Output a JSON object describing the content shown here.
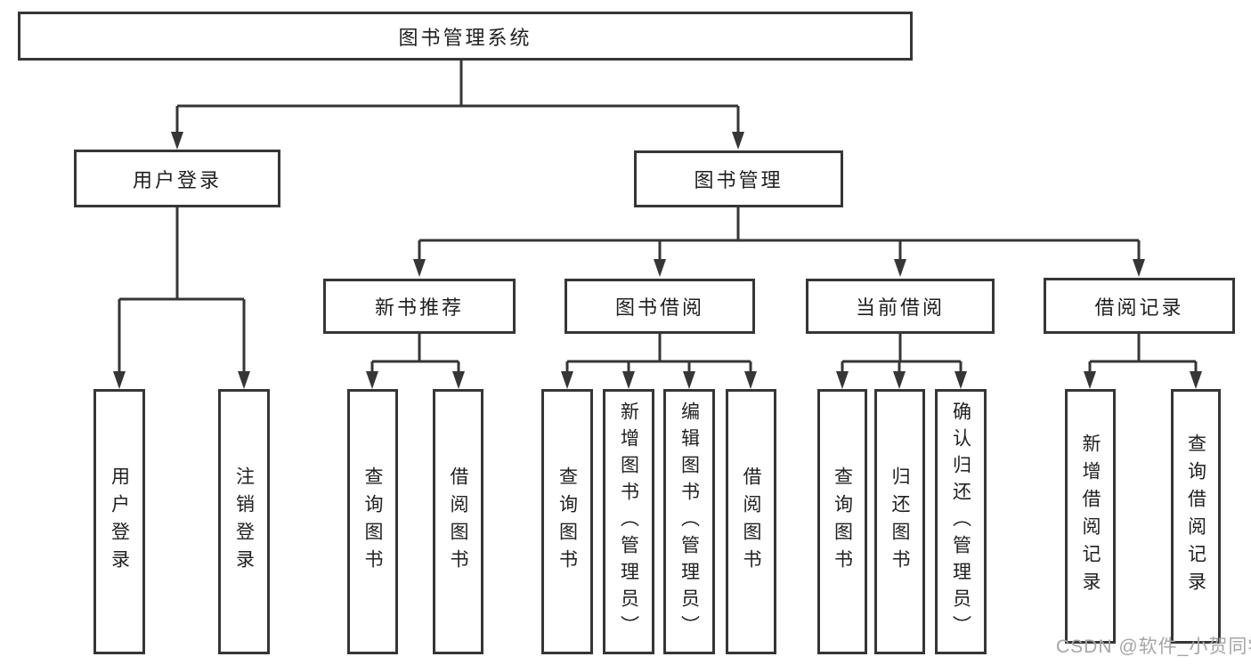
{
  "diagram": {
    "root": {
      "label": "图书管理系统",
      "children": [
        {
          "label": "用户登录",
          "children": [
            {
              "label": "用户登录"
            },
            {
              "label": "注销登录"
            }
          ]
        },
        {
          "label": "图书管理",
          "children": [
            {
              "label": "新书推荐",
              "children": [
                {
                  "label": "查询图书"
                },
                {
                  "label": "借阅图书"
                }
              ]
            },
            {
              "label": "图书借阅",
              "children": [
                {
                  "label": "查询图书"
                },
                {
                  "label": "新增图书（管理员）"
                },
                {
                  "label": "编辑图书（管理员）"
                },
                {
                  "label": "借阅图书"
                }
              ]
            },
            {
              "label": "当前借阅",
              "children": [
                {
                  "label": "查询图书"
                },
                {
                  "label": "归还图书"
                },
                {
                  "label": "确认归还（管理员）"
                }
              ]
            },
            {
              "label": "借阅记录",
              "children": [
                {
                  "label": "新增借阅记录"
                },
                {
                  "label": "查询借阅记录"
                }
              ]
            }
          ]
        }
      ]
    }
  },
  "watermark": {
    "text": "CSDN @软件_小贺同学"
  },
  "colors": {
    "line": "#363636",
    "text": "#1f1f1f",
    "watermark": "#a6a6a6",
    "background": "#ffffff"
  }
}
